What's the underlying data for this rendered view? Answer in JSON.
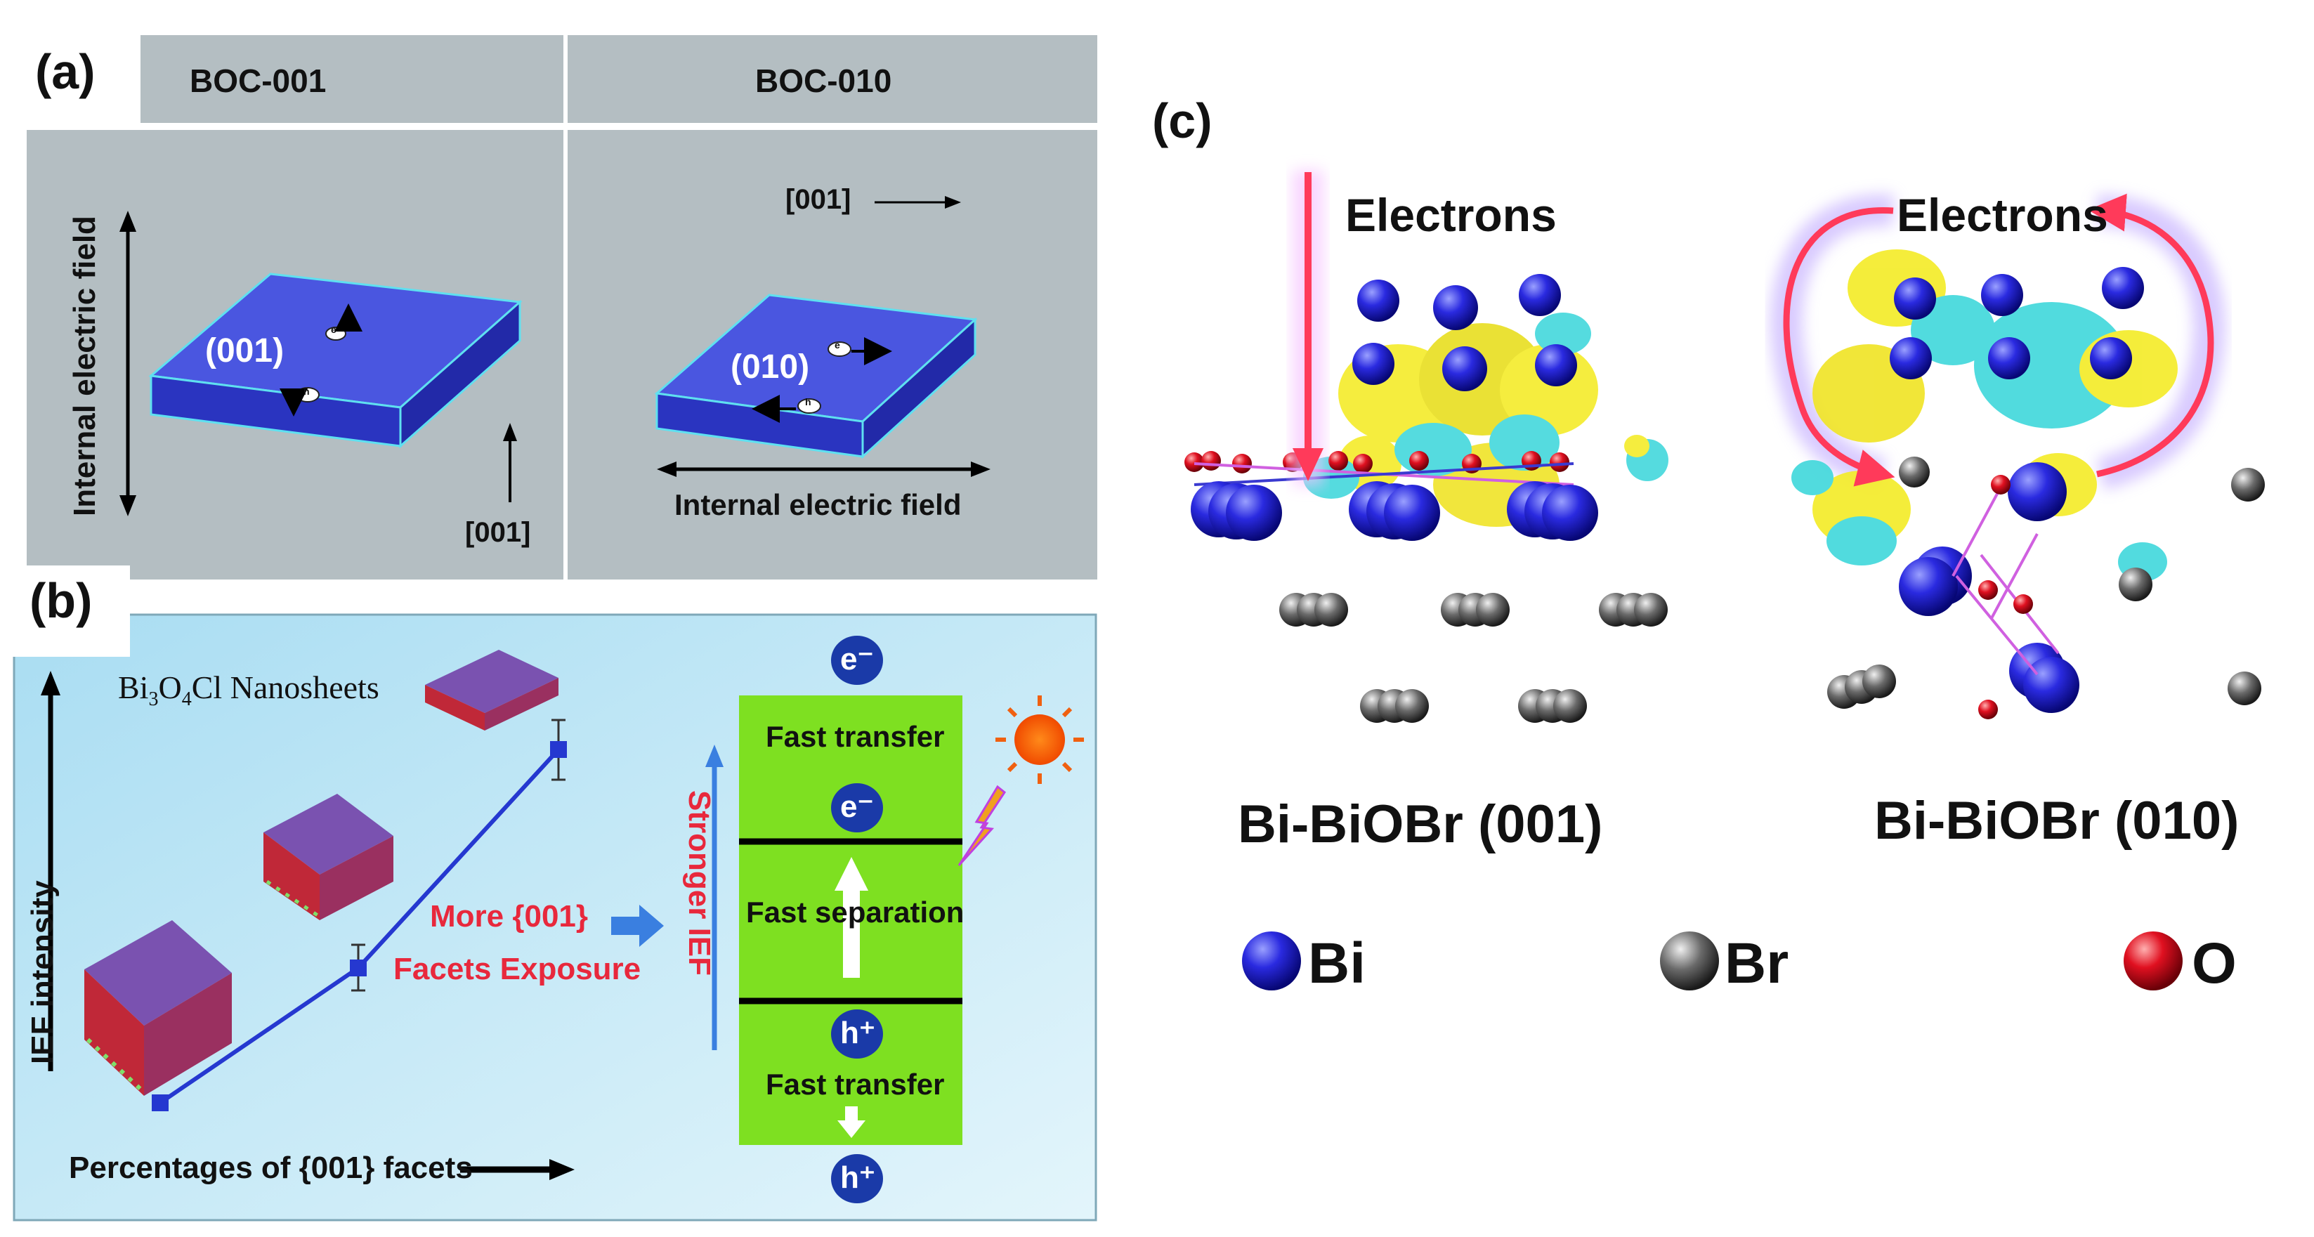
{
  "panel_a": {
    "label": "(a)",
    "headers": [
      "BOC-001",
      "BOC-010"
    ],
    "left": {
      "axis_label": "Internal electric field",
      "facet": "(001)",
      "direction": "[001]",
      "electron": "e",
      "hole": "h"
    },
    "right": {
      "direction": "[001]",
      "facet": "(010)",
      "axis_label": "Internal electric field",
      "electron": "e",
      "hole": "h"
    }
  },
  "panel_b": {
    "label": "(b)",
    "material_base": "Bi",
    "material_sub1": "3",
    "material_mid": "O",
    "material_sub2": "4",
    "material_tail": "Cl Nanosheets",
    "y_axis": "IEF intensity",
    "x_axis": "Percentages of {001} facets",
    "more_line1": "More {001}",
    "more_line2": "Facets Exposure",
    "stronger": "Stronger IEF",
    "fast_transfer_top": "Fast transfer",
    "fast_separation": "Fast separation",
    "fast_transfer_bottom": "Fast transfer",
    "electron": "e⁻",
    "hole": "h⁺"
  },
  "panel_c": {
    "label": "(c)",
    "electrons_left": "Electrons",
    "electrons_right": "Electrons",
    "title_left": "Bi-BiOBr (001)",
    "title_right": "Bi-BiOBr (010)",
    "legend": [
      {
        "label": "Bi",
        "color": "#1f1fd0"
      },
      {
        "label": "Br",
        "color": "#4a4a4a"
      },
      {
        "label": "O",
        "color": "#d01020"
      }
    ]
  },
  "colors": {
    "panel_a_bg": "#b4bec2",
    "slab": "#3c48d8",
    "panel_b_bg": "#bfe6f5",
    "green_box": "#7ee021",
    "accent_red": "#e8283c",
    "arrow_blue": "#3a7fe0",
    "line_blue": "#2538d0"
  }
}
